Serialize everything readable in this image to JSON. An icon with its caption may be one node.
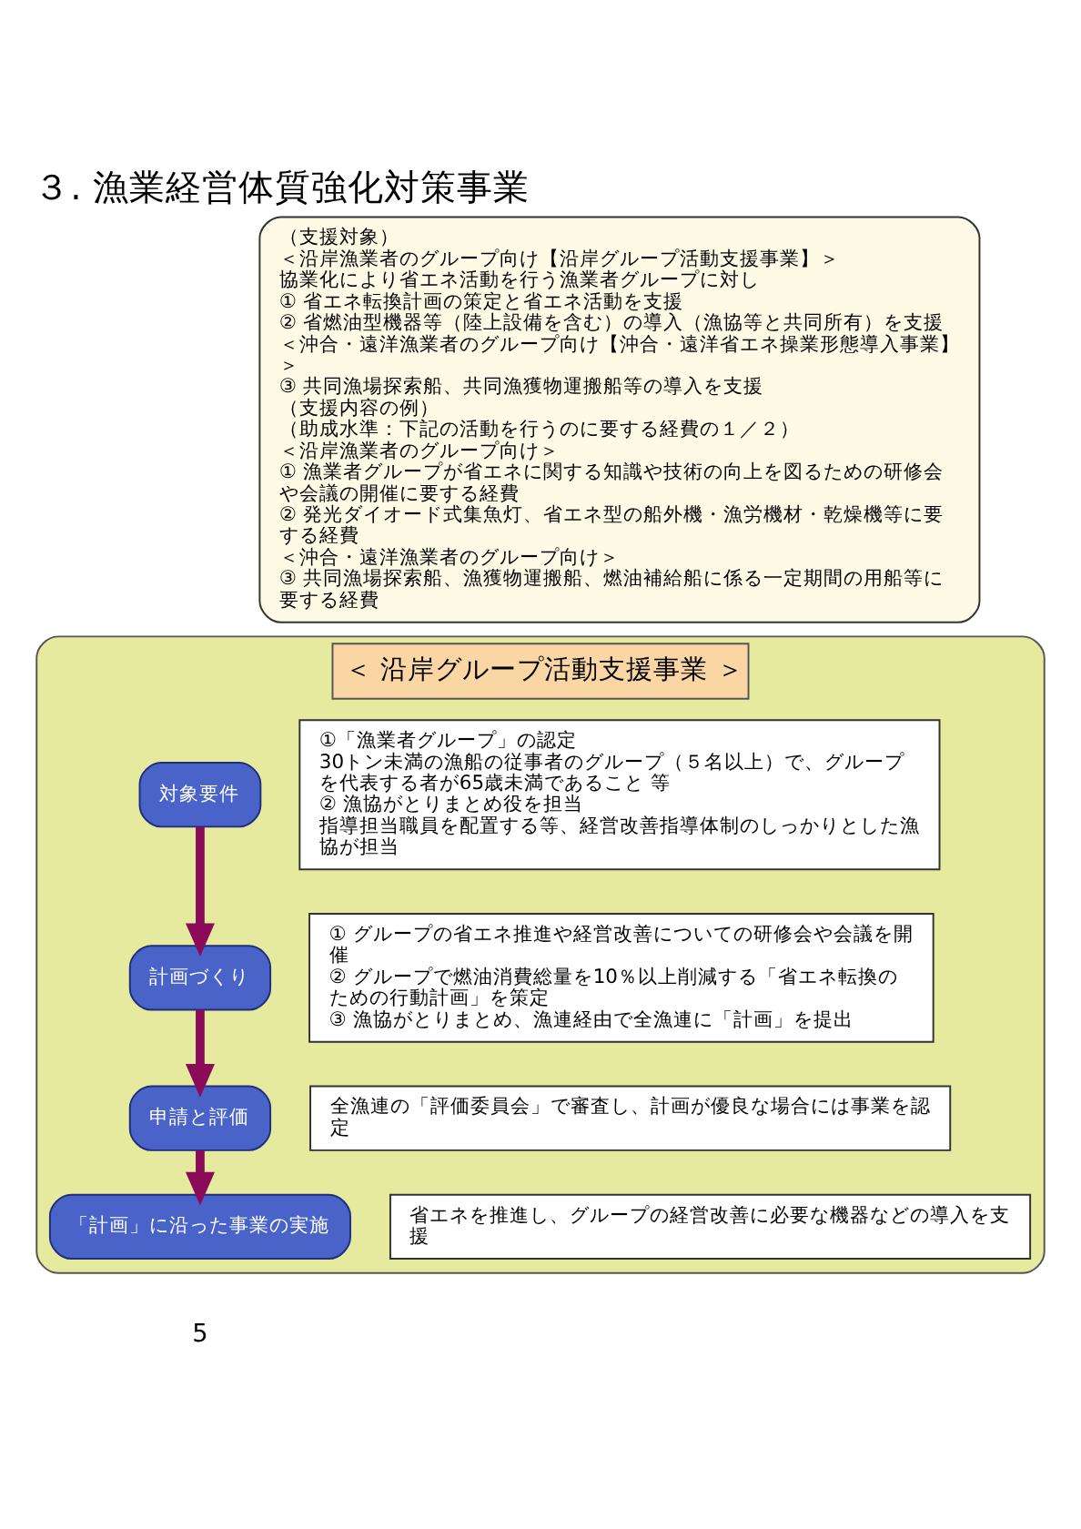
{
  "diagram": {
    "title": "３. 漁業経営体質強化対策事業",
    "nodes": [
      {
        "text": [
          "（支援対象）",
          "＜沿岸漁業者のグループ向け【沿岸グループ活動支援事業】＞",
          "協業化により省エネ活動を行う漁業者グループに対し",
          "① 省エネ転換計画の策定と省エネ活動を支援",
          "② 省燃油型機器等（陸上設備を含む）の導入（漁協等と共同所有）を支援",
          "＜沖合・遠洋漁業者のグループ向け【沖合・遠洋省エネ操業形態導入事業】＞",
          "③ 共同漁場探索船、共同漁獲物運搬船等の導入を支援",
          "（支援内容の例）",
          "（助成水準：下記の活動を行うのに要する経費の１／２）",
          "＜沿岸漁業者のグループ向け＞",
          "① 漁業者グループが省エネに関する知識や技術の向上を図るための研修会や会議の開催に要する経費",
          "② 発光ダイオード式集魚灯、省エネ型の船外機・漁労機材・乾燥機等に要する経費",
          "＜沖合・遠洋漁業者のグループ向け＞",
          "③ 共同漁場探索船、漁獲物運搬船、燃油補給船に係る一定期間の用船等に要する経費"
        ]
      },
      {
        "text": [
          "＜ 沿岸グループ活動支援事業 ＞"
        ]
      },
      {
        "text": [
          "対象要件"
        ],
        "in": 1
      },
      {
        "text": [
          "①「漁業者グループ」の認定",
          "30トン未満の漁船の従事者のグループ（５名以上）で、グループを代表する者が65歳未満であること 等",
          "② 漁協がとりまとめ役を担当",
          "指導担当職員を配置する等、経営改善指導体制のしっかりとした漁協が担当"
        ],
        "in": 1
      },
      {
        "text": [
          "計画づくり"
        ],
        "in": 1
      },
      {
        "text": [
          "① グループの省エネ推進や経営改善についての研修会や会議を開催",
          "② グループで燃油消費総量を10％以上削減する「省エネ転換のための行動計画」を策定",
          "③ 漁協がとりまとめ、漁連経由で全漁連に「計画」を提出"
        ],
        "in": 1
      },
      {
        "text": [
          "申請と評価"
        ],
        "in": 1
      },
      {
        "text": [
          "全漁連の「評価委員会」で審査し、計画が優良な場合には事業を認定"
        ],
        "in": 1
      },
      {
        "text": [
          "「計画」に沿った事業の実施"
        ],
        "in": 1
      },
      {
        "text": [
          "省エネを推進し、グループの経営改善に必要な機器などの導入を支援"
        ],
        "in": 1
      }
    ],
    "edges": [
      {
        "from": 2,
        "to": 4,
        "arrow": "to"
      },
      {
        "from": 4,
        "to": 6,
        "arrow": "to"
      },
      {
        "from": 6,
        "to": 8,
        "arrow": "to"
      }
    ],
    "labels": [
      "5"
    ]
  }
}
